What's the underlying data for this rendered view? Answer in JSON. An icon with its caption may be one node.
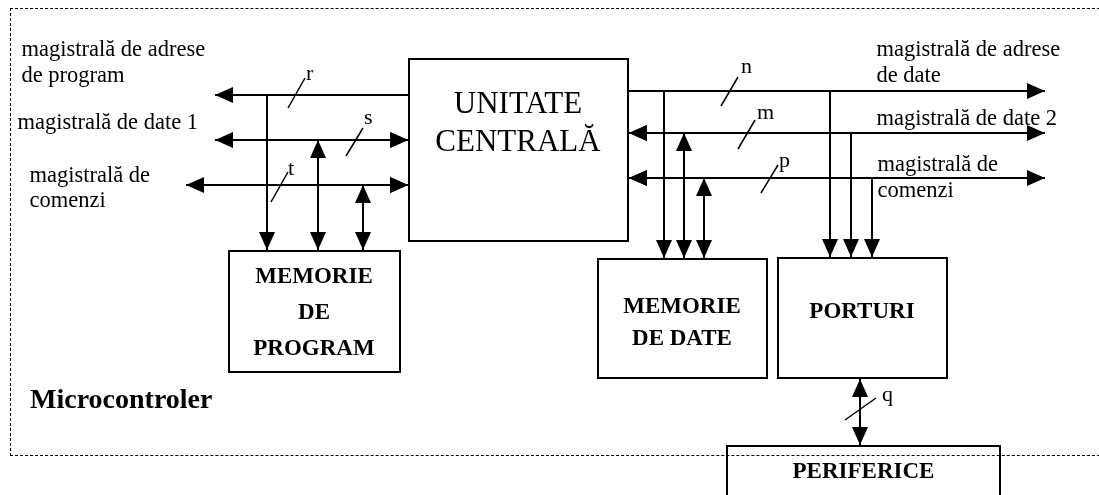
{
  "diagram": {
    "nodes": [
      {
        "text": [
          "Microcontroler"
        ]
      },
      {
        "text": [
          "UNITATE CENTRALĂ"
        ],
        "in": 0
      },
      {
        "text": [
          "MEMORIE DE PROGRAM"
        ],
        "in": 0
      },
      {
        "text": [
          "MEMORIE DE DATE"
        ],
        "in": 0
      },
      {
        "text": [
          "PORTURI"
        ],
        "in": 0
      },
      {
        "text": [
          "PERIFERICE"
        ]
      },
      {
        "text": [
          "magistrală de adrese de program"
        ],
        "in": 0
      },
      {
        "text": [
          "magistrală de adrese de date"
        ],
        "in": 0
      },
      {
        "text": [
          "magistrală de date 1"
        ],
        "in": 0
      },
      {
        "text": [
          "magistrală de date 2"
        ],
        "in": 0
      },
      {
        "text": [
          "magistrală de comenzi"
        ],
        "in": 0
      },
      {
        "text": [
          "magistrală de comenzi"
        ],
        "in": 0
      }
    ],
    "edges": [
      {
        "from": 1,
        "to": 6,
        "arrow": "to",
        "label": "r"
      },
      {
        "from": 1,
        "to": 2,
        "arrow": "to"
      },
      {
        "from": 8,
        "to": 1,
        "arrow": "both",
        "label": "s"
      },
      {
        "from": 2,
        "to": 1,
        "arrow": "both"
      },
      {
        "from": 10,
        "to": 1,
        "arrow": "both",
        "label": "t"
      },
      {
        "from": 2,
        "to": 1,
        "arrow": "both"
      },
      {
        "from": 1,
        "to": 7,
        "arrow": "to",
        "label": "n"
      },
      {
        "from": 1,
        "to": 3,
        "arrow": "to"
      },
      {
        "from": 1,
        "to": 4,
        "arrow": "to"
      },
      {
        "from": 1,
        "to": 9,
        "arrow": "both",
        "label": "m"
      },
      {
        "from": 3,
        "to": 1,
        "arrow": "both"
      },
      {
        "from": 1,
        "to": 4,
        "arrow": "to"
      },
      {
        "from": 1,
        "to": 11,
        "arrow": "both",
        "label": "p"
      },
      {
        "from": 3,
        "to": 1,
        "arrow": "both"
      },
      {
        "from": 1,
        "to": 4,
        "arrow": "to"
      },
      {
        "from": 4,
        "to": 5,
        "arrow": "both",
        "label": "q"
      }
    ]
  }
}
